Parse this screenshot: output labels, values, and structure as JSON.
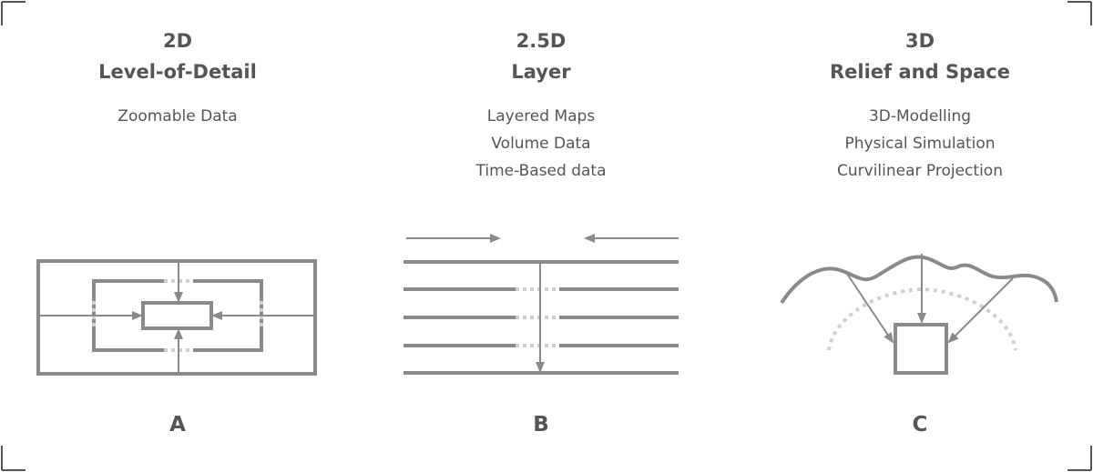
{
  "panels": [
    {
      "title": "2D",
      "subtitle": "Level-of-Detail",
      "items": [
        "Zoomable Data"
      ],
      "letter": "A"
    },
    {
      "title": "2.5D",
      "subtitle": "Layer",
      "items": [
        "Layered Maps",
        "Volume Data",
        "Time-Based data"
      ],
      "letter": "B"
    },
    {
      "title": "3D",
      "subtitle": "Relief and Space",
      "items": [
        "3D-Modelling",
        "Physical Simulation",
        "Curvilinear Projection"
      ],
      "letter": "C"
    }
  ],
  "colors": {
    "stroke": "#8a8a8a",
    "dotted": "#cfcfcf",
    "text": "#555555"
  }
}
